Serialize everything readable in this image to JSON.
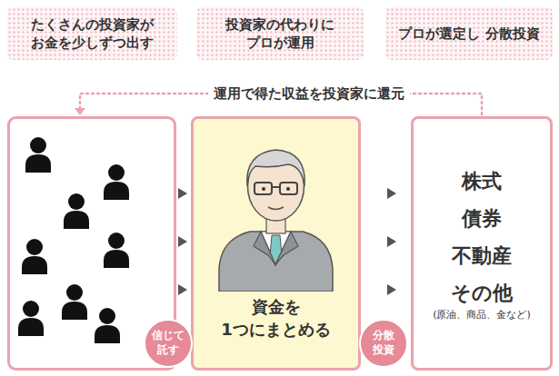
{
  "diagram": {
    "nodes": [
      {
        "text": [
          "たくさんの投資家が お金を少しずつ出す"
        ]
      },
      {
        "text": [
          "投資家の代わりに プロが運用"
        ]
      },
      {
        "text": [
          "プロが選定し 分散投資"
        ]
      },
      {
        "text": [
          "資金を 1つにまとめる"
        ]
      },
      {
        "text": [
          "株式",
          "債券",
          "不動産",
          "その他",
          "(原油、商品、金など)"
        ]
      },
      {
        "text": [
          "信じて 託す"
        ]
      },
      {
        "text": [
          "分散 投資"
        ]
      }
    ],
    "labels": [
      "運用で得た収益を投資家に還元"
    ]
  }
}
